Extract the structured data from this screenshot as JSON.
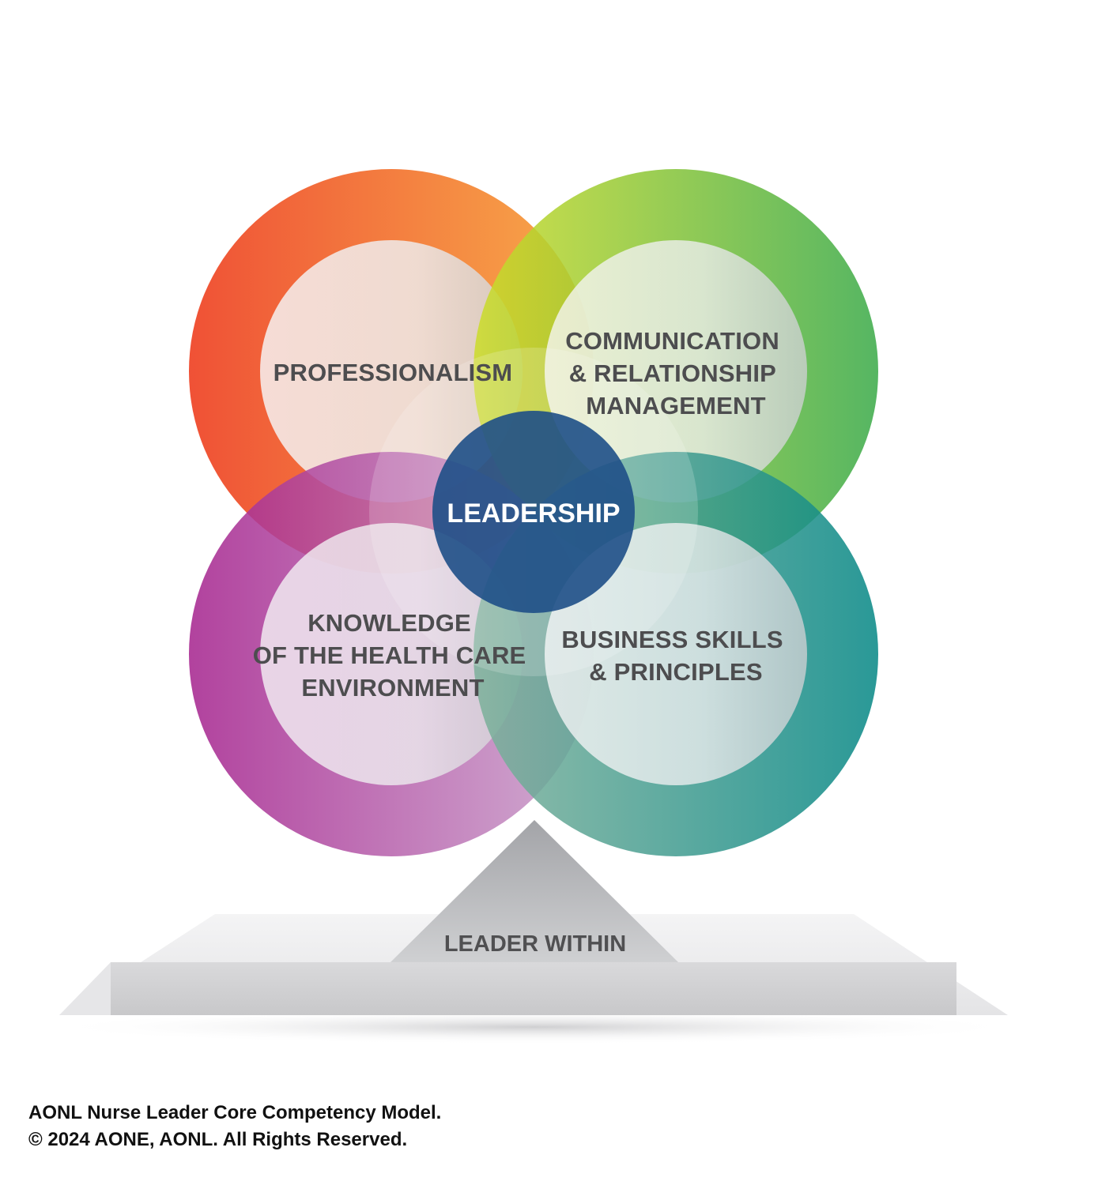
{
  "diagram": {
    "competencies": [
      {
        "id": "professionalism",
        "lines": [
          "PROFESSIONALISM"
        ],
        "gradient": [
          "#ee4224",
          "#f7a33a"
        ]
      },
      {
        "id": "communication",
        "lines": [
          "COMMUNICATION",
          "& RELATIONSHIP",
          "MANAGEMENT"
        ],
        "gradient": [
          "#cddc2a",
          "#3aaa49"
        ]
      },
      {
        "id": "knowledge",
        "lines": [
          "KNOWLEDGE",
          "OF THE HEALTH CARE",
          "ENVIRONMENT"
        ],
        "gradient": [
          "#a5238e",
          "#c9a1cb"
        ]
      },
      {
        "id": "business",
        "lines": [
          "BUSINESS SKILLS",
          "& PRINCIPLES"
        ],
        "gradient": [
          "#7fb19b",
          "#078886"
        ]
      }
    ],
    "center": {
      "label": "LEADERSHIP",
      "color": "#1e4f87"
    },
    "base": {
      "label": "LEADER WITHIN"
    }
  },
  "footer": {
    "line1": "AONL Nurse Leader Core Competency Model.",
    "line2": "© 2024 AONE, AONL. All Rights Reserved."
  }
}
